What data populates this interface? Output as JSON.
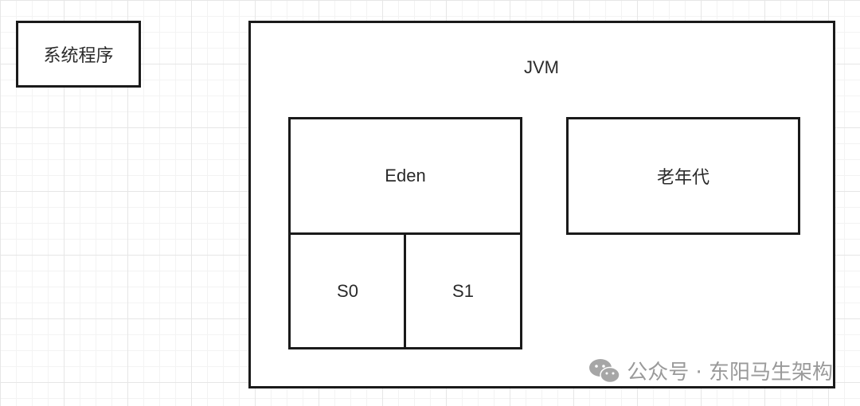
{
  "diagram": {
    "system_program": "系统程序",
    "jvm": {
      "title": "JVM",
      "eden": "Eden",
      "s0": "S0",
      "s1": "S1",
      "old_gen": "老年代"
    }
  },
  "watermark": {
    "icon": "wechat-icon",
    "text": "公众号 · 东阳马生架构"
  }
}
